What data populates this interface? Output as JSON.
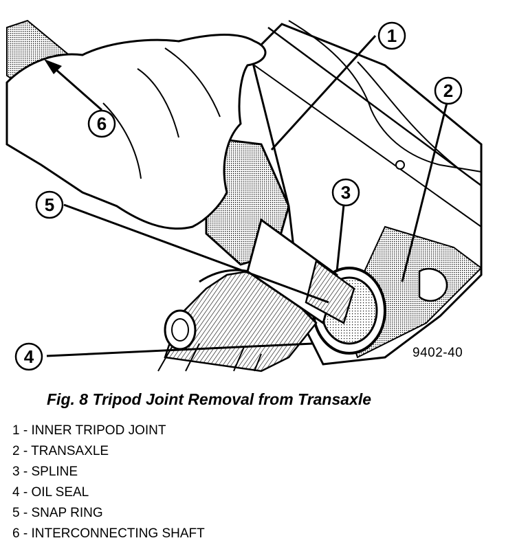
{
  "figure": {
    "figure_number": "9402-40",
    "caption": "Fig. 8 Tripod Joint Removal from Transaxle",
    "callouts": [
      "1",
      "2",
      "3",
      "4",
      "5",
      "6"
    ],
    "legend": [
      {
        "num": "1",
        "label": "INNER TRIPOD JOINT"
      },
      {
        "num": "2",
        "label": "TRANSAXLE"
      },
      {
        "num": "3",
        "label": "SPLINE"
      },
      {
        "num": "4",
        "label": "OIL SEAL"
      },
      {
        "num": "5",
        "label": "SNAP RING"
      },
      {
        "num": "6",
        "label": "INTERCONNECTING SHAFT"
      }
    ]
  }
}
